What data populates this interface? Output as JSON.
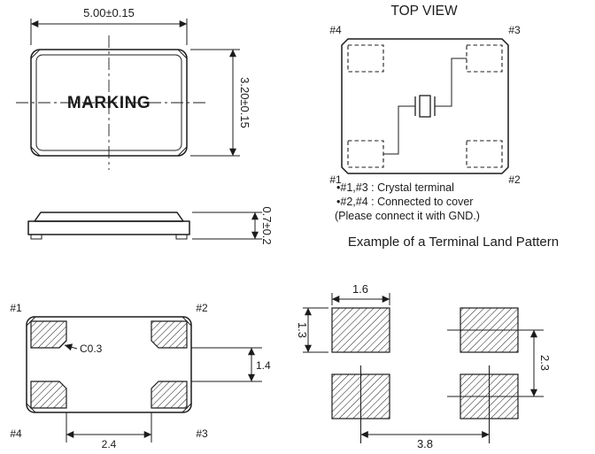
{
  "colors": {
    "ink": "#1c1c1c",
    "bg": "#ffffff"
  },
  "outline_view": {
    "marking": "MARKING",
    "width_dim": "5.00±0.15",
    "height_dim": "3.20±0.15"
  },
  "side_view": {
    "height_dim": "0.7±0.2"
  },
  "bottom_view": {
    "pad1": "#1",
    "pad2": "#2",
    "pad3": "#3",
    "pad4": "#4",
    "chamfer_note": "C0.3",
    "pad_gap_vertical": "1.4",
    "pad_gap_horizontal": "2.4"
  },
  "top_view": {
    "title": "TOP VIEW",
    "pad1": "#1",
    "pad2": "#2",
    "pad3": "#3",
    "pad4": "#4",
    "notes": [
      "•#1,#3 : Crystal terminal",
      "•#2,#4 : Connected to cover",
      "(Please connect it with GND.)"
    ]
  },
  "land_pattern": {
    "title": "Example of a Terminal Land Pattern",
    "pad_width": "1.6",
    "pad_height": "1.3",
    "vertical_pitch": "2.3",
    "horizontal_pitch": "3.8"
  }
}
